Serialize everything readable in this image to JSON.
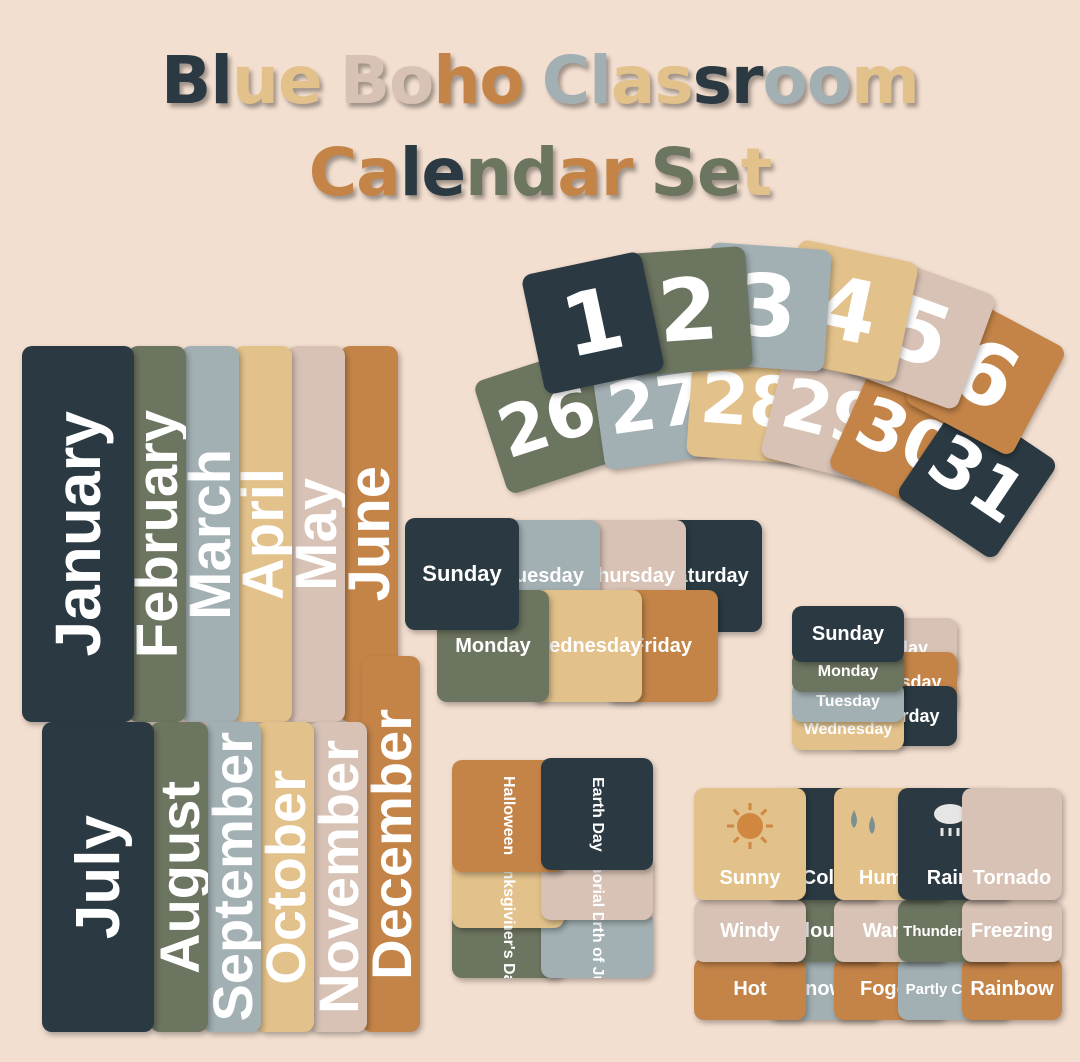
{
  "title": {
    "line1": [
      {
        "t": "Bl",
        "c": "#2b3a42"
      },
      {
        "t": "ue",
        "c": "#e2c18a"
      },
      {
        "t": " ",
        "c": "#2b3a42"
      },
      {
        "t": "Bo",
        "c": "#d8c2b5"
      },
      {
        "t": "ho",
        "c": "#c48448"
      },
      {
        "t": " ",
        "c": "#2b3a42"
      },
      {
        "t": "Cl",
        "c": "#a2b0b3"
      },
      {
        "t": "as",
        "c": "#e2c18a"
      },
      {
        "t": "sr",
        "c": "#2b3a42"
      },
      {
        "t": "oo",
        "c": "#a2b0b3"
      },
      {
        "t": "m",
        "c": "#e2c18a"
      }
    ],
    "line2": [
      {
        "t": "Ca",
        "c": "#c48448"
      },
      {
        "t": "le",
        "c": "#2b3a42"
      },
      {
        "t": "nd",
        "c": "#6c7560"
      },
      {
        "t": "ar",
        "c": "#c48448"
      },
      {
        "t": " ",
        "c": "#2b3a42"
      },
      {
        "t": "Se",
        "c": "#6c7560"
      },
      {
        "t": "t",
        "c": "#e2c18a"
      }
    ]
  },
  "palette": {
    "navy": "#2b3a42",
    "olive": "#6c7560",
    "blue": "#a2b0b3",
    "yellow": "#e2c18a",
    "blush": "#d8c2b5",
    "rust": "#c48448"
  },
  "months": {
    "top": [
      "January",
      "February",
      "March",
      "April",
      "May",
      "June"
    ],
    "bottom": [
      "July",
      "August",
      "September",
      "October",
      "November",
      "December"
    ]
  },
  "numbers": {
    "top": [
      "1",
      "2",
      "3",
      "4",
      "5",
      "6"
    ],
    "bottom": [
      "26",
      "27",
      "28",
      "29",
      "30",
      "31"
    ]
  },
  "days_large": {
    "back_top": [
      "Tuesday",
      "Thursday",
      "Saturday"
    ],
    "back_bottom": [
      "Monday",
      "Wednesday",
      "Friday"
    ],
    "front": "Sunday"
  },
  "days_small": {
    "front": "Sunday",
    "stack": [
      "Monday",
      "Tuesday",
      "Wednesday"
    ],
    "right": [
      "Friday",
      "Thursday",
      "Saturday"
    ]
  },
  "holidays": {
    "left": [
      "Halloween",
      "Thanksgiving",
      "Father's Day"
    ],
    "right": [
      "Earth Day",
      "Memorial Day",
      "Fourth of July"
    ]
  },
  "weather": {
    "row1": [
      "Sunny",
      "Cold",
      "Humid",
      "Rainy",
      "Tornado"
    ],
    "row2": [
      "Windy",
      "Cloudy",
      "Warm",
      "Thunderstorm",
      "Freezing"
    ],
    "row3": [
      "Hot",
      "Snowy",
      "Foggy",
      "Partly Cloudy",
      "Rainbow"
    ]
  }
}
